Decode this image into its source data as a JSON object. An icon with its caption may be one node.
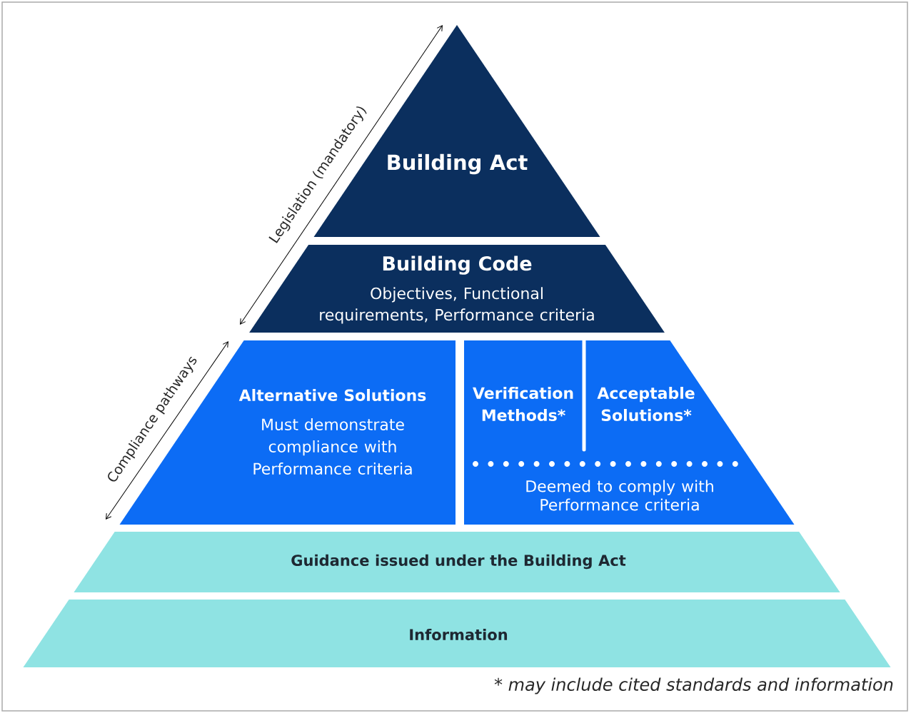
{
  "diagram": {
    "nodes": [
      {
        "text": [
          "Building Act"
        ]
      },
      {
        "text": [
          "Building Code",
          "Objectives, Functional requirements, Performance criteria"
        ]
      },
      {
        "text": [
          "Alternative Solutions",
          "Must demonstrate compliance with Performance criteria"
        ]
      },
      {
        "text": [
          "Deemed to comply with Performance criteria"
        ]
      },
      {
        "text": [
          "Verification Methods*"
        ],
        "in": 3
      },
      {
        "text": [
          "Acceptable Solutions*"
        ],
        "in": 3
      },
      {
        "text": [
          "Guidance issued under the Building Act"
        ]
      },
      {
        "text": [
          "Information"
        ]
      }
    ],
    "labels": [
      "Legislation (mandatory)",
      "Compliance pathways",
      "* may include cited standards and information"
    ]
  }
}
